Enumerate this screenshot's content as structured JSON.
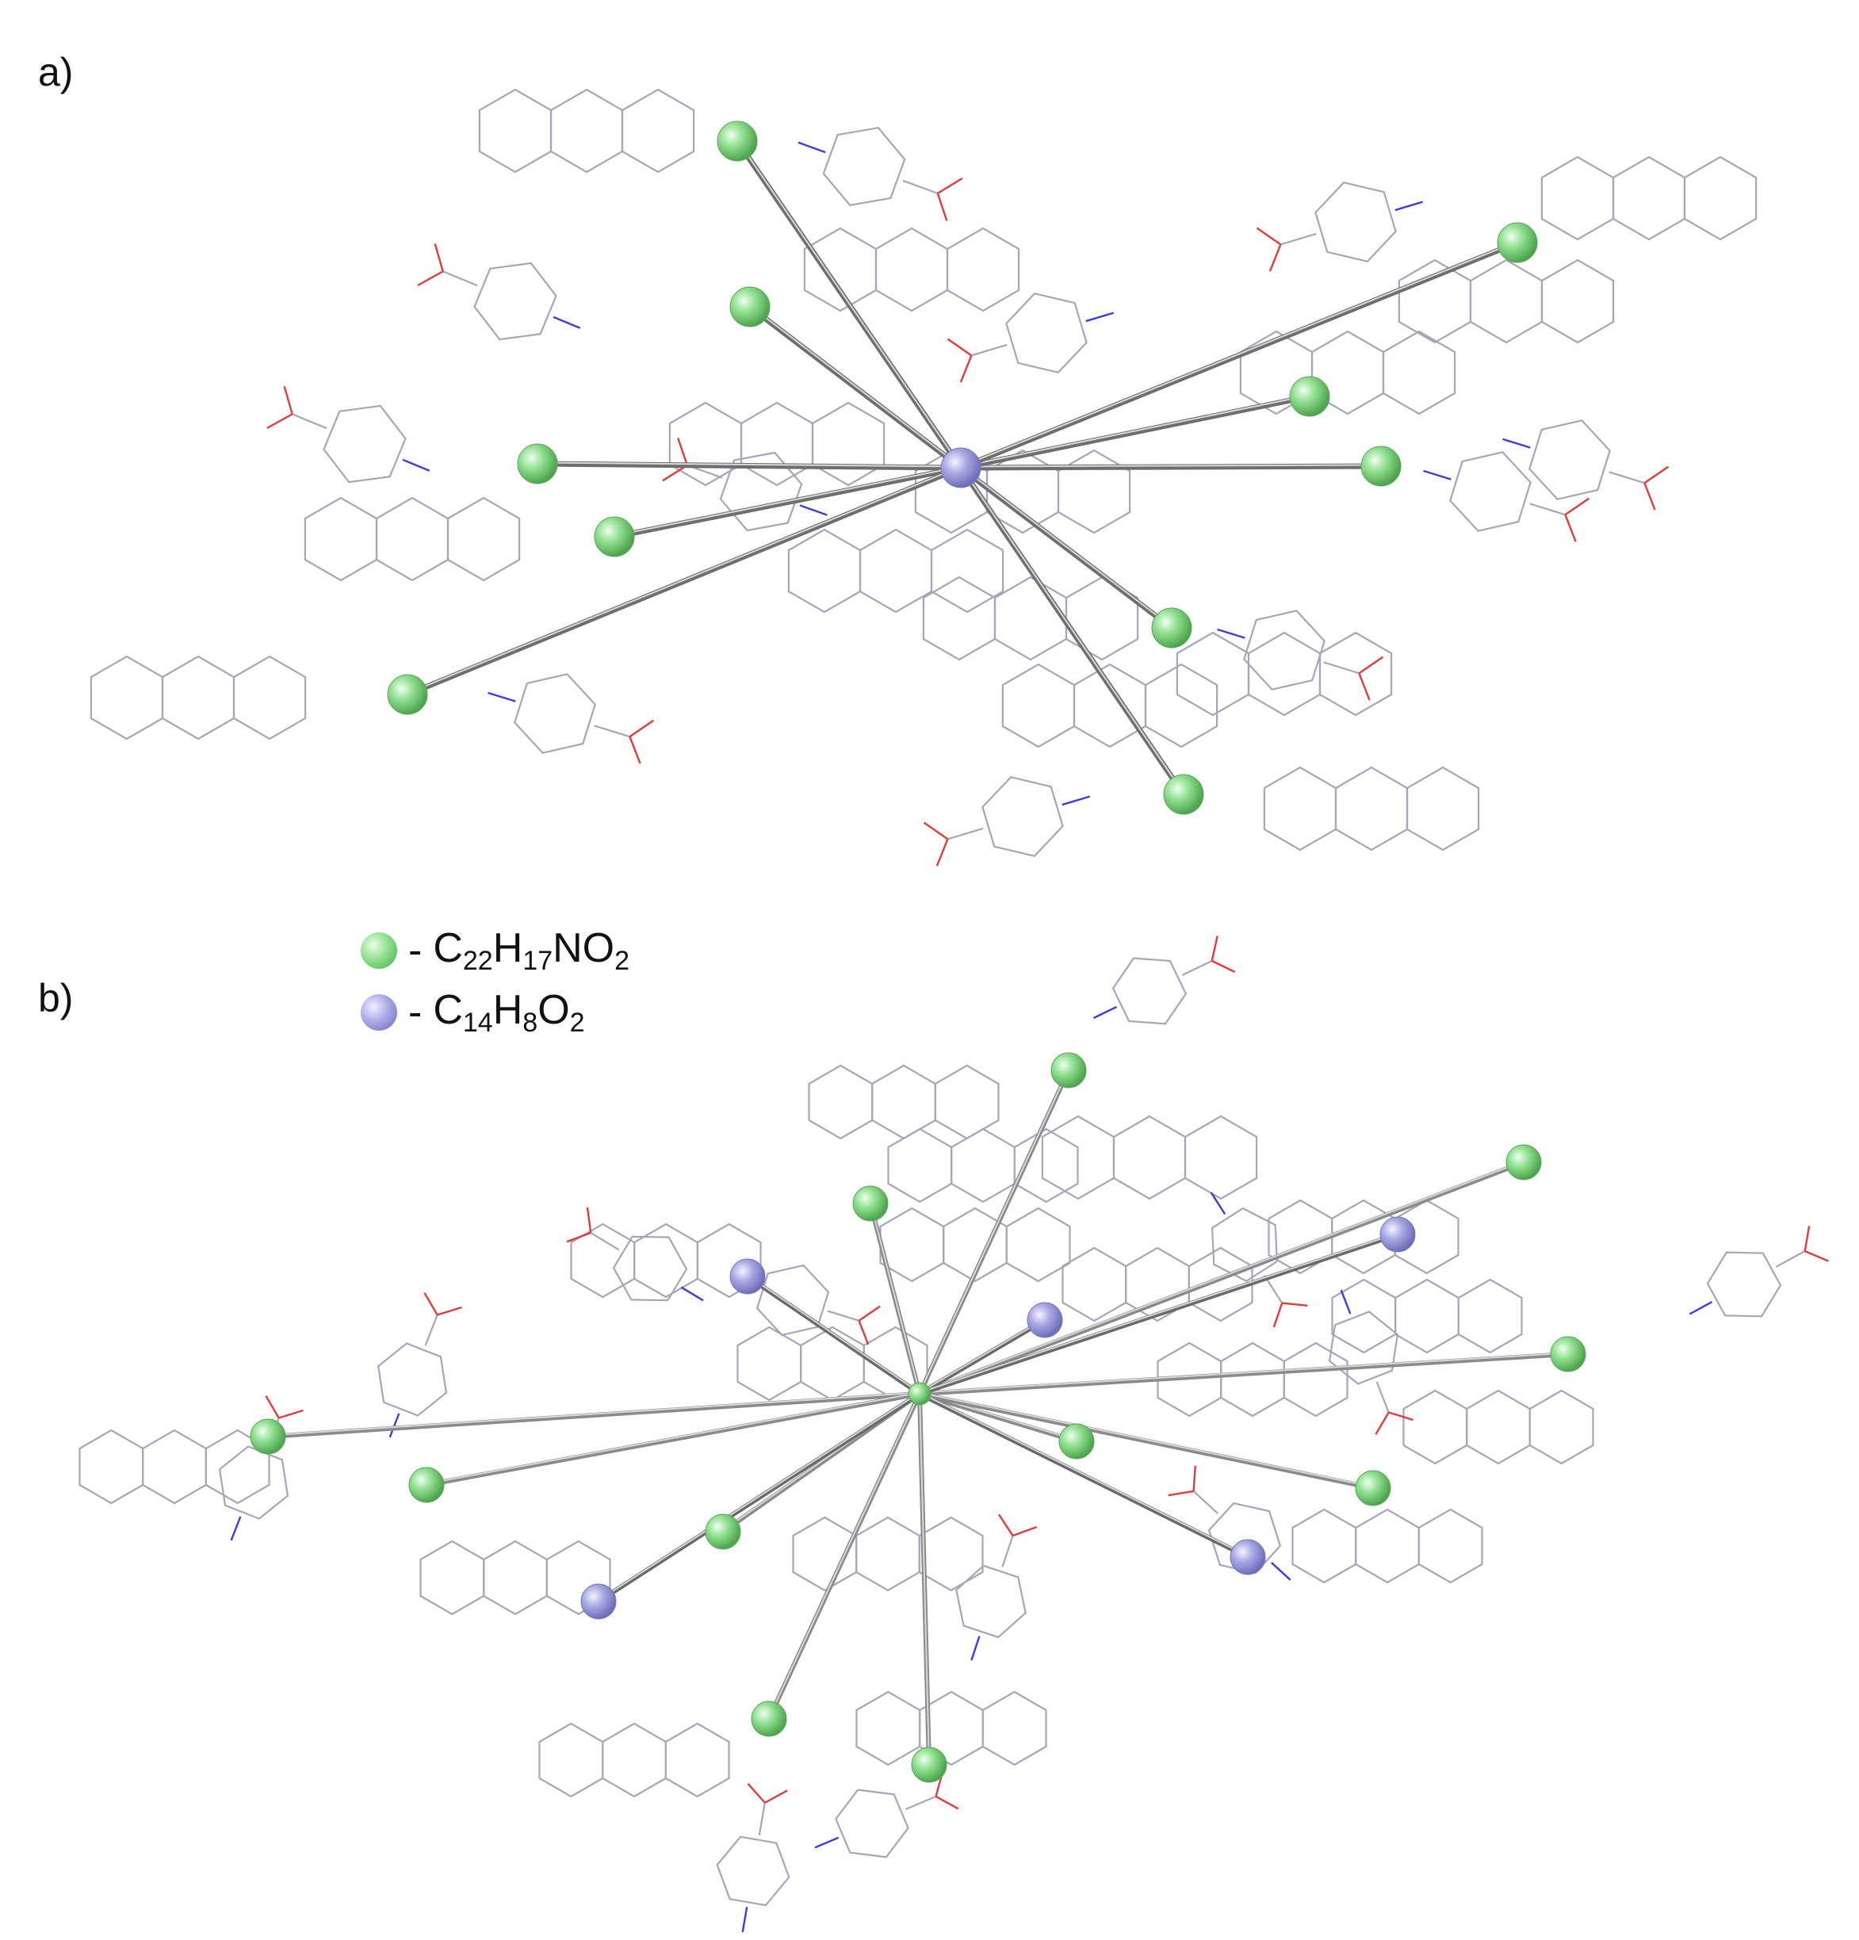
{
  "labels": {
    "a": "a)",
    "b": "b)"
  },
  "legend": [
    {
      "dash": "-",
      "formula_parts": [
        [
          "C",
          "22"
        ],
        [
          "H",
          "17"
        ],
        [
          "NO",
          "2"
        ]
      ],
      "color": "#8fe08f",
      "icon": "green-sphere"
    },
    {
      "dash": "-",
      "formula_parts": [
        [
          "C",
          "14"
        ],
        [
          "H",
          "8"
        ],
        [
          "O",
          "2"
        ]
      ],
      "color": "#a9a9e6",
      "icon": "blue-sphere"
    }
  ],
  "colors": {
    "green": "#8fe08f",
    "blue": "#a9a9e6",
    "wire": "#a6a6b8",
    "oxygen": "#e03c3c",
    "nitrogen": "#3c3ce0",
    "rod": "#777777"
  }
}
